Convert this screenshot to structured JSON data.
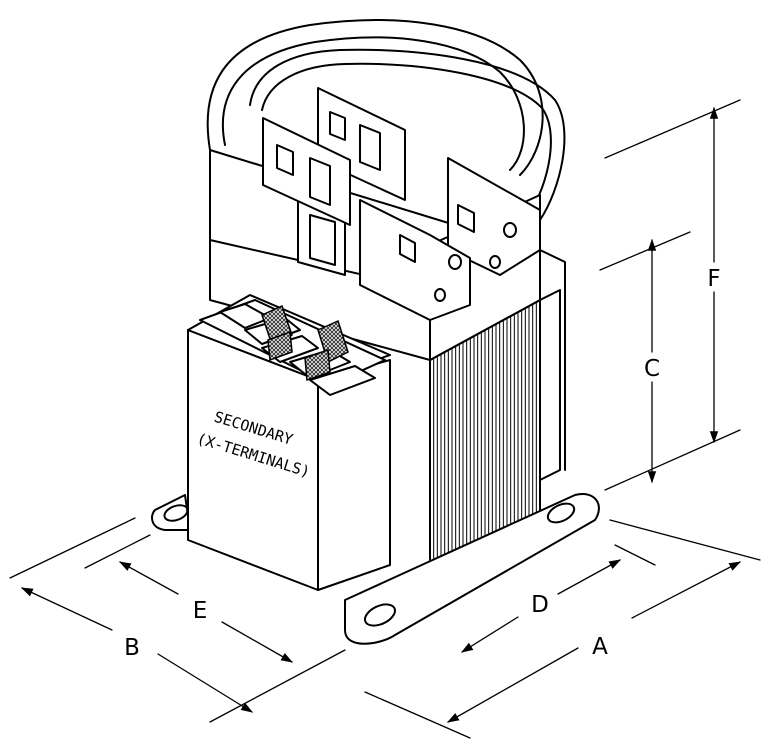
{
  "secondary_label": {
    "line1": "SECONDARY",
    "line2": "(X-TERMINALS)"
  },
  "dimensions": {
    "a": "A",
    "b": "B",
    "c": "C",
    "d": "D",
    "e": "E",
    "f": "F"
  },
  "colors": {
    "line": "#000000",
    "background": "#ffffff",
    "terminal_shade": "#555555"
  }
}
